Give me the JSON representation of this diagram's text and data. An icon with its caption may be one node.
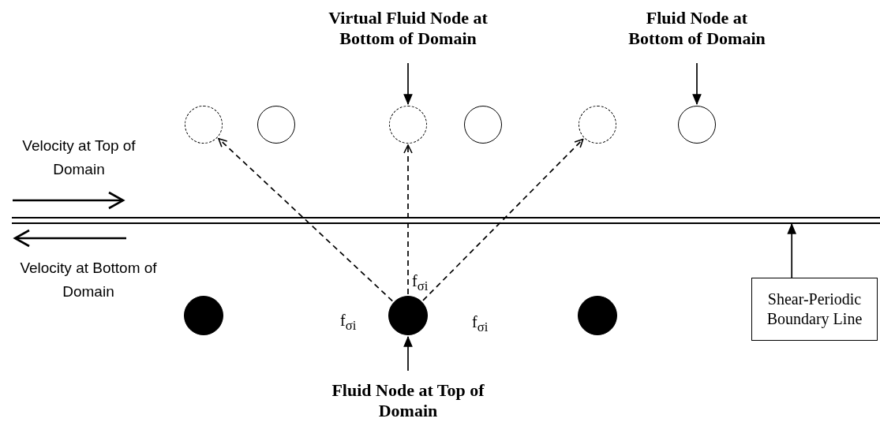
{
  "diagram": {
    "nodes": [
      {
        "text": [
          "Virtual Fluid Node at Bottom of Domain"
        ]
      },
      {
        "text": [
          "Fluid Node at Bottom of Domain"
        ]
      },
      {
        "text": [],
        "shape": "circle"
      },
      {
        "text": [],
        "shape": "circle"
      },
      {
        "text": [],
        "shape": "circle"
      },
      {
        "text": [],
        "shape": "circle"
      },
      {
        "text": [],
        "shape": "circle"
      },
      {
        "text": [],
        "shape": "circle"
      },
      {
        "text": [],
        "shape": "bar"
      },
      {
        "text": [],
        "shape": "circle"
      },
      {
        "text": [],
        "shape": "circle"
      },
      {
        "text": [],
        "shape": "circle"
      },
      {
        "text": [
          "Shear-Periodic Boundary Line"
        ]
      },
      {
        "text": [
          "Fluid Node at Top of Domain"
        ]
      }
    ],
    "edges": [
      {
        "from": 0,
        "to": 4,
        "arrow": "to"
      },
      {
        "from": 1,
        "to": 7,
        "arrow": "to"
      },
      {
        "from": 10,
        "to": 2,
        "arrow": "to",
        "style": "dashed",
        "label": "f$_{σi}$"
      },
      {
        "from": 10,
        "to": 4,
        "arrow": "to",
        "style": "dashed",
        "label": "f$_{σi}$"
      },
      {
        "from": 10,
        "to": 6,
        "arrow": "to",
        "style": "dashed",
        "label": "f$_{σi}$"
      },
      {
        "from": 12,
        "to": 8,
        "arrow": "to"
      },
      {
        "from": 13,
        "to": 10,
        "arrow": "to"
      }
    ],
    "labels": [
      "Velocity at Top of Domain",
      "Velocity at Bottom of Domain"
    ]
  }
}
